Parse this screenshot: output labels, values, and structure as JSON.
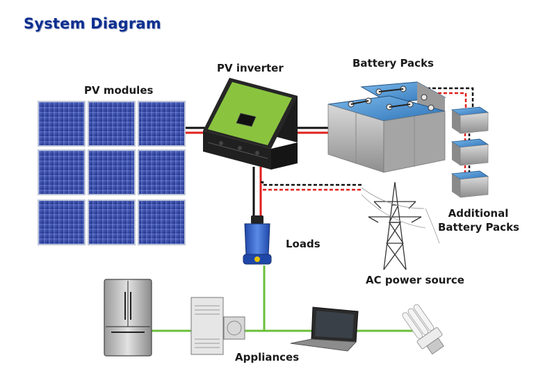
{
  "title": "System Diagram",
  "labels": {
    "pv_modules": "PV modules",
    "pv_inverter": "PV inverter",
    "battery_packs": "Battery Packs",
    "additional_battery_line1": "Additional",
    "additional_battery_line2": "Battery Packs",
    "loads": "Loads",
    "ac_power_source": "AC power source",
    "appliances": "Appliances"
  },
  "colors": {
    "title": "#0d2f8f",
    "wire_black": "#111111",
    "wire_red": "#e0201c",
    "wire_green": "#6abf3a",
    "solar_cell": "#2a3fa0",
    "inverter_green": "#8ac43f",
    "battery_blue": "#3d86c6",
    "plug_blue": "#2f5fc4"
  },
  "icons": {
    "pv_array": "solar-panel-icon",
    "inverter": "inverter-icon",
    "battery": "battery-icon",
    "tower": "power-tower-icon",
    "plug": "plug-icon",
    "fridge": "refrigerator-icon",
    "heater": "air-conditioner-icon",
    "laptop": "laptop-icon",
    "bulb": "cfl-bulb-icon"
  }
}
